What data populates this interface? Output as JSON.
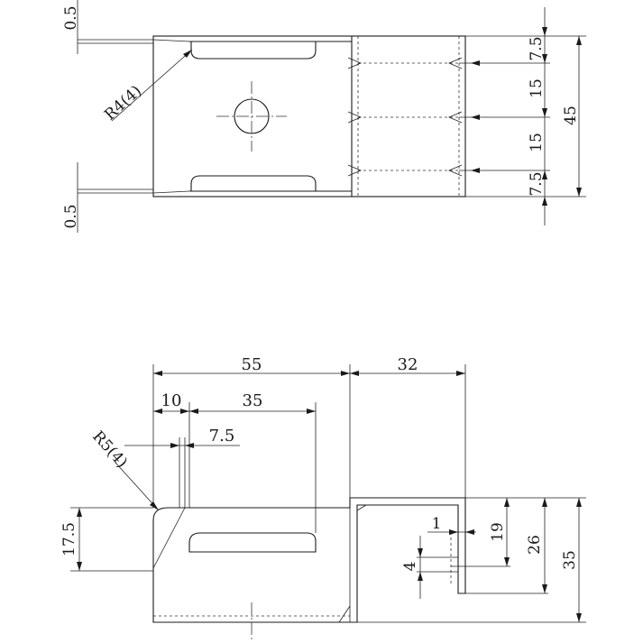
{
  "top_view": {
    "dims": {
      "gap_top": "0.5",
      "gap_bottom": "0.5",
      "radius": "R4(4)",
      "seg_1": "7.5",
      "seg_2": "15",
      "seg_3": "15",
      "seg_4": "7.5",
      "total_height": "45"
    }
  },
  "side_view": {
    "dims": {
      "length_main": "55",
      "length_flange": "32",
      "offset_10": "10",
      "slot_length": "35",
      "offset_7_5": "7.5",
      "radius": "R5(4)",
      "height_17_5": "17.5",
      "thickness": "1",
      "lip_19": "19",
      "lip_26": "26",
      "total_35": "35",
      "gap_4": "4"
    }
  }
}
